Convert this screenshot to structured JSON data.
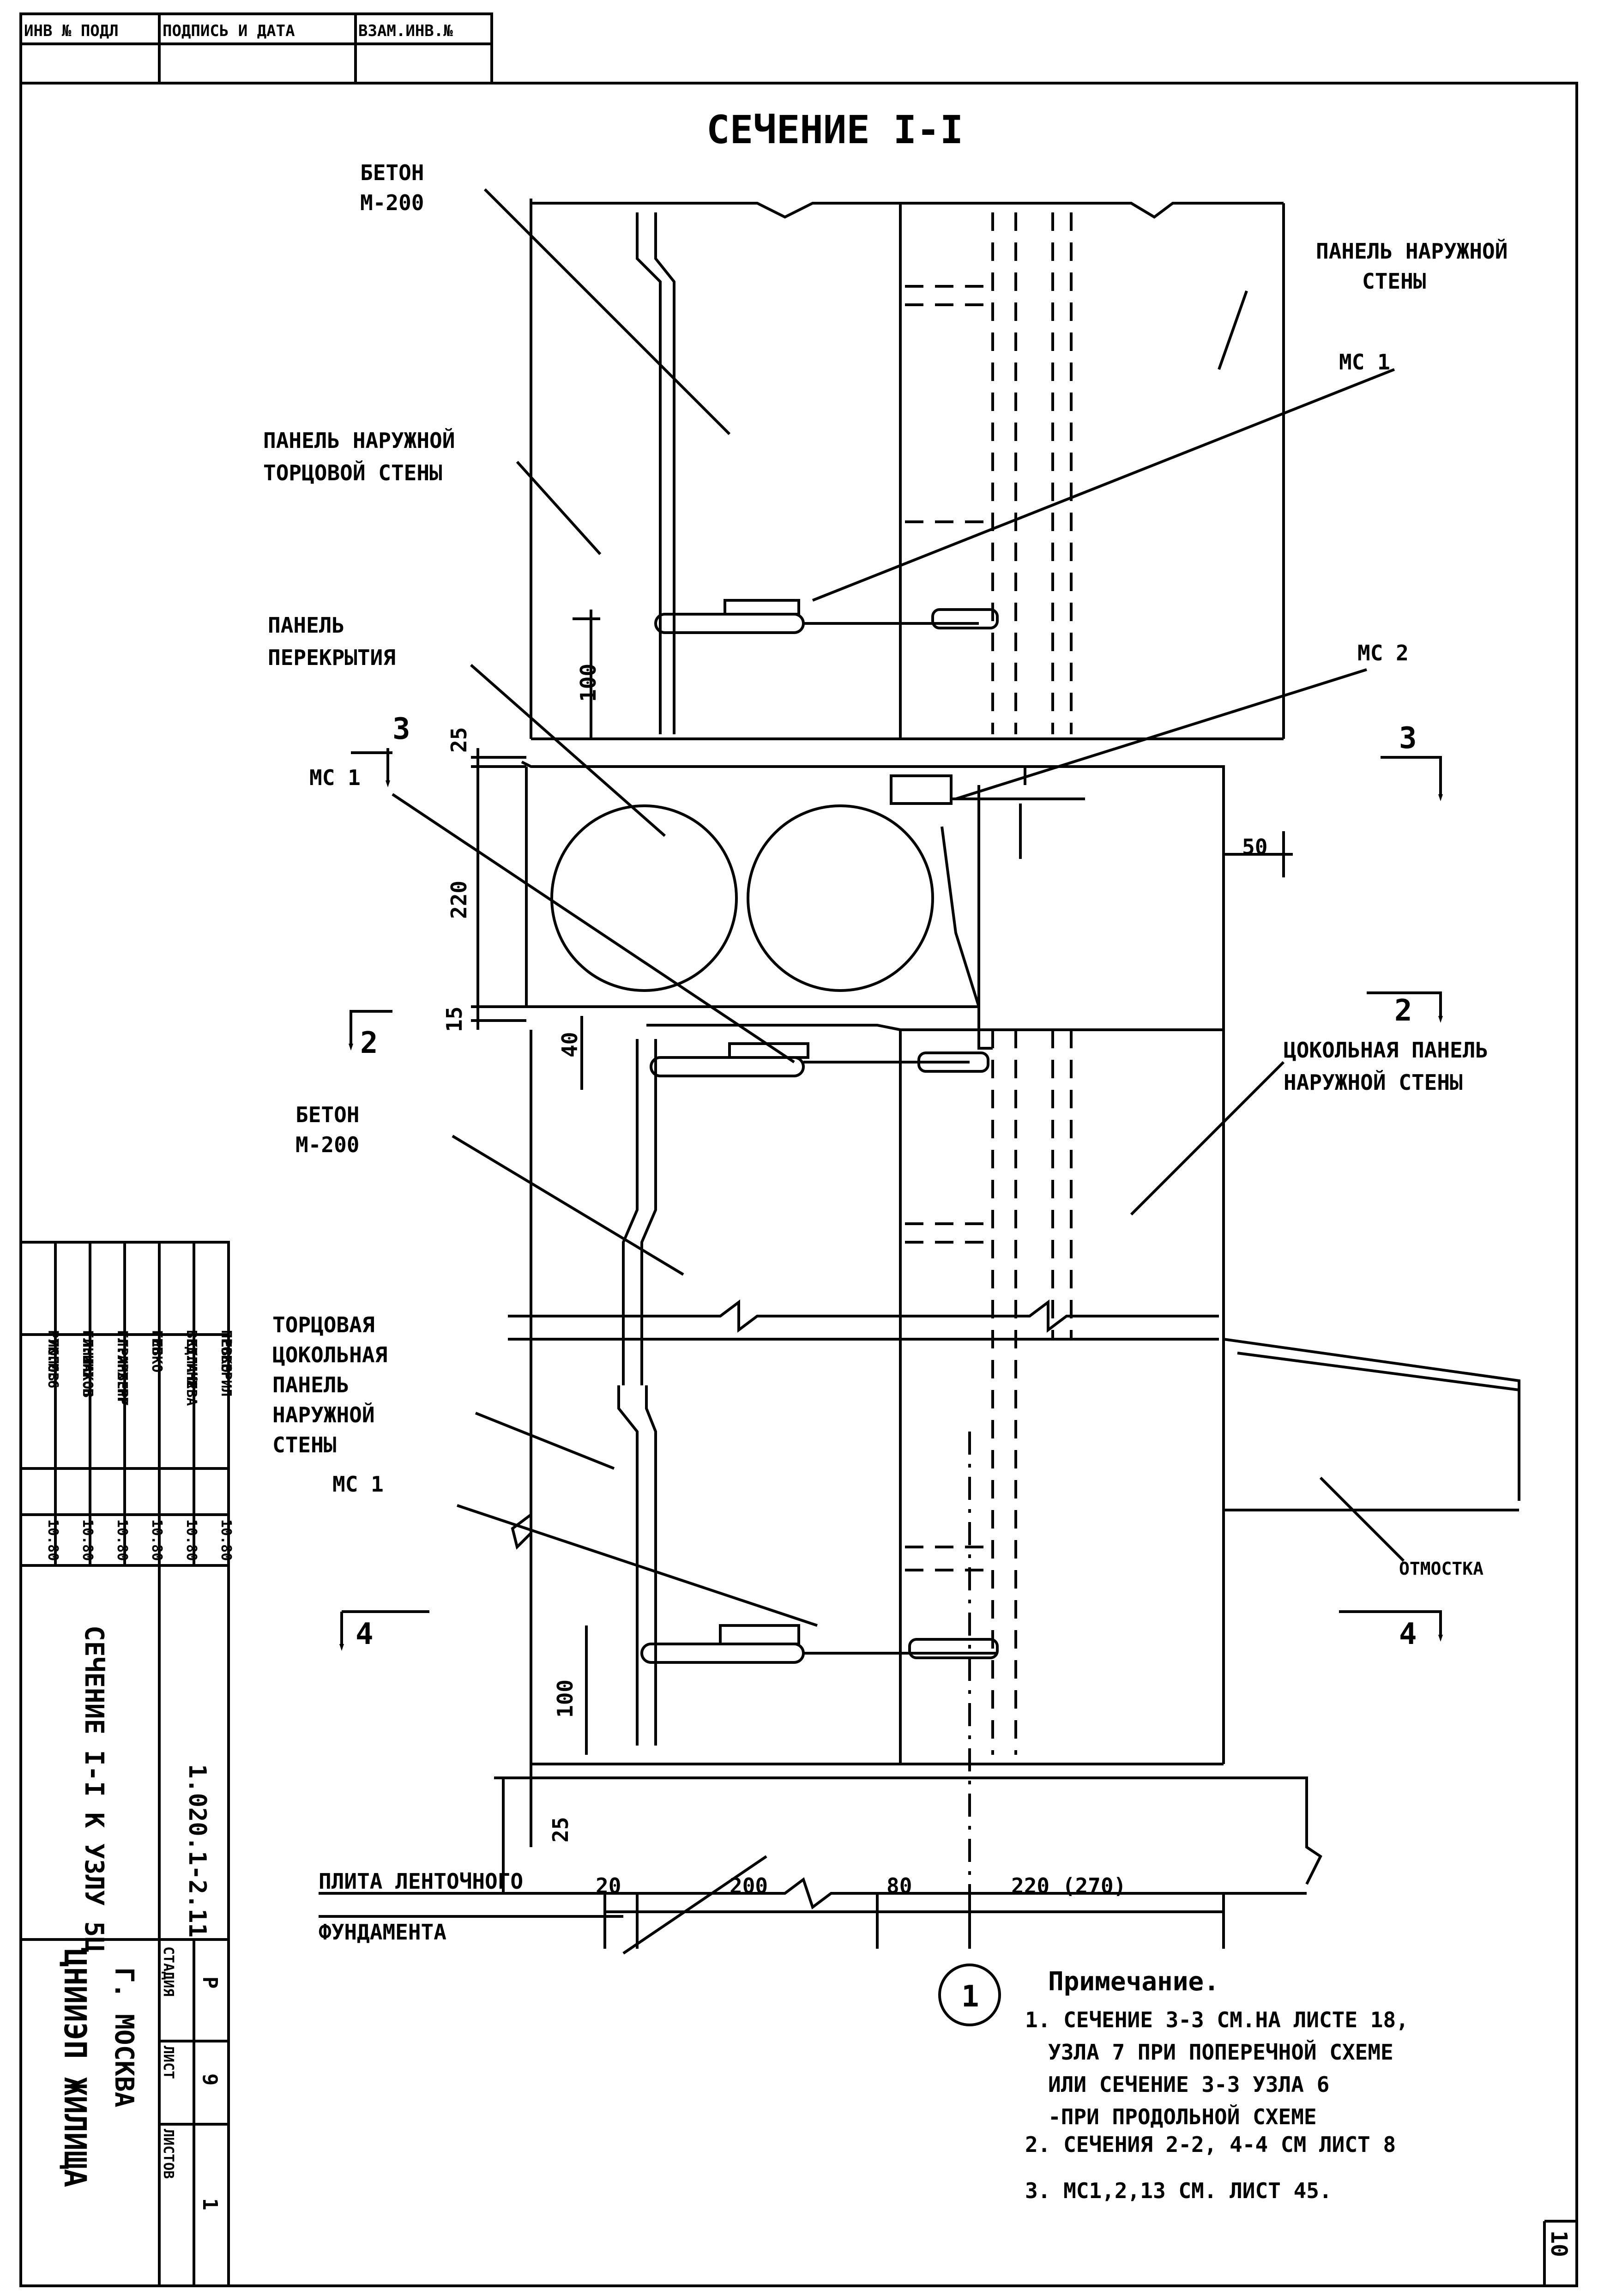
{
  "stamp": {
    "inv_podl": "ИНВ № ПОДЛ",
    "podpis_data": "ПОДПИСЬ И ДАТА",
    "vzam_inv": "ВЗАМ.ИНВ.№"
  },
  "title": "СЕЧЕНИЕ I-I",
  "labels": {
    "beton_top_1": "БЕТОН",
    "beton_top_2": "М-200",
    "panel_outer_1": "ПАНЕЛЬ НАРУЖНОЙ",
    "panel_outer_2": "СТЕНЫ",
    "mc1_top": "МС 1",
    "panel_end_1": "ПАНЕЛЬ НАРУЖНОЙ",
    "panel_end_2": "ТОРЦОВОЙ СТЕНЫ",
    "panel_slab_1": "ПАНЕЛЬ",
    "panel_slab_2": "ПЕРЕКРЫТИЯ",
    "mc2": "МС 2",
    "mc1_mid": "МС 1",
    "plinth_1": "ЦОКОЛЬНАЯ ПАНЕЛЬ",
    "plinth_2": "НАРУЖНОЙ СТЕНЫ",
    "beton_mid_1": "БЕТОН",
    "beton_mid_2": "М-200",
    "end_plinth_1": "ТОРЦОВАЯ",
    "end_plinth_2": "ЦОКОЛЬНАЯ",
    "end_plinth_3": "ПАНЕЛЬ",
    "end_plinth_4": "НАРУЖНОЙ",
    "end_plinth_5": "СТЕНЫ",
    "mc1_bot": "МС 1",
    "otmostka": "ОТМОСТКА",
    "footing_1": "ПЛИТА ЛЕНТОЧНОГО",
    "footing_2": "ФУНДАМЕНТА"
  },
  "section_marks": {
    "s3_left": "3",
    "s3_right": "3",
    "s2_left": "2",
    "s2_right": "2",
    "s4_left": "4",
    "s4_right": "4",
    "axis": "1"
  },
  "dimensions": {
    "d100_top": "100",
    "d25_top": "25",
    "d220": "220",
    "d15": "15",
    "d40": "40",
    "d50": "50",
    "d100_bot": "100",
    "d25_bot": "25",
    "d20": "20",
    "d200": "200",
    "d80": "80",
    "d220_270": "220 (270)"
  },
  "notes": {
    "heading": "Примечание.",
    "n1_a": "1. СЕЧЕНИЕ 3-3 СМ.НА ЛИСТЕ 18,",
    "n1_b": "УЗЛА 7 ПРИ ПОПЕРЕЧНОЙ СХЕМЕ",
    "n1_c": "ИЛИ СЕЧЕНИЕ 3-3 УЗЛА 6",
    "n1_d": "-ПРИ ПРОДОЛЬНОЙ СХЕМЕ",
    "n2": "2. СЕЧЕНИЯ 2-2, 4-4 СМ ЛИСТ 8",
    "n3": "3. МС1,2,13 СМ. ЛИСТ 45."
  },
  "title_block": {
    "roles": [
      "РУК.М.6",
      "ГЛ.ИНЖ.Н",
      "ГЛ.АРХ.ПР",
      "ГИП",
      "ВЕД.ИНЖ",
      "ПРОВЕРИЛ"
    ],
    "names": [
      "ПОПОВ",
      "ИНШАКОВ",
      "ГРИНБЕРГ",
      "ЕВКО",
      "КУЛАЧЕВА",
      "ЕВКО"
    ],
    "dates": [
      "10.80",
      "10.80",
      "10.80",
      "10.80",
      "10.80",
      "10.80"
    ],
    "sheet_title": "СЕЧЕНИЕ I-I К УЗЛУ 5Ц",
    "doc_code": "1.020.1-2.11",
    "stage_hdr": "СТАДИЯ",
    "sheet_hdr": "ЛИСТ",
    "sheets_hdr": "ЛИСТОВ",
    "stage": "Р",
    "sheet": "9",
    "sheets": "1",
    "org_1": "ЦНИИЭП ЖИЛИЩА",
    "org_2": "Г. МОСКВА"
  },
  "page_number": "10"
}
